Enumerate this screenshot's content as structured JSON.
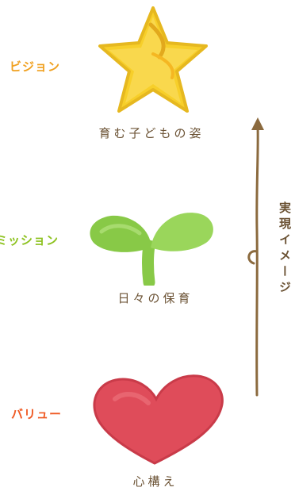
{
  "levels": {
    "vision": {
      "label": "ビジョン",
      "caption": "育む子どもの姿",
      "color": "#f0a01f"
    },
    "mission": {
      "label": "ミッション",
      "caption": "日々の保育",
      "color": "#8dc21f"
    },
    "value": {
      "label": "バリュー",
      "caption": "心構え",
      "color": "#ef5a24"
    }
  },
  "arrow": {
    "label": "実現イメージ"
  },
  "colors": {
    "caption": "#6b5234",
    "star": "#f7cf2a",
    "sprout": "#88c947",
    "heart": "#df4c5a"
  },
  "icons": [
    "star-icon",
    "sprout-icon",
    "heart-icon",
    "upward-arrow-icon"
  ]
}
